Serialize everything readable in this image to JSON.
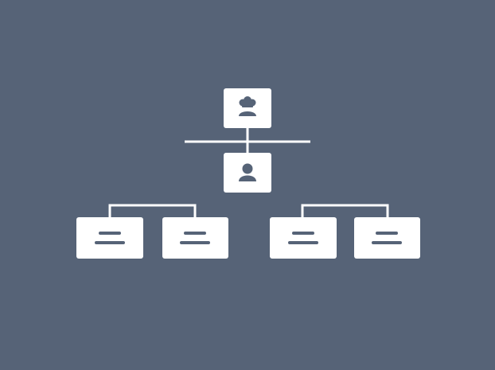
{
  "colors": {
    "background": "#566377",
    "node_fill": "#ffffff",
    "connector": "#ffffff",
    "icon": "#566377"
  },
  "diagram": {
    "type": "org-chart",
    "nodes": [
      {
        "id": "top",
        "icon": "chef-hat-person-icon",
        "role": "leader"
      },
      {
        "id": "middle",
        "icon": "person-icon",
        "role": "manager"
      },
      {
        "id": "leaf-1",
        "icon": "text-lines-icon",
        "role": "team-member"
      },
      {
        "id": "leaf-2",
        "icon": "text-lines-icon",
        "role": "team-member"
      },
      {
        "id": "leaf-3",
        "icon": "text-lines-icon",
        "role": "team-member"
      },
      {
        "id": "leaf-4",
        "icon": "text-lines-icon",
        "role": "team-member"
      }
    ],
    "edges": [
      [
        "top",
        "middle"
      ],
      [
        "middle",
        "leaf-1"
      ],
      [
        "middle",
        "leaf-2"
      ],
      [
        "middle",
        "leaf-3"
      ],
      [
        "middle",
        "leaf-4"
      ]
    ]
  }
}
